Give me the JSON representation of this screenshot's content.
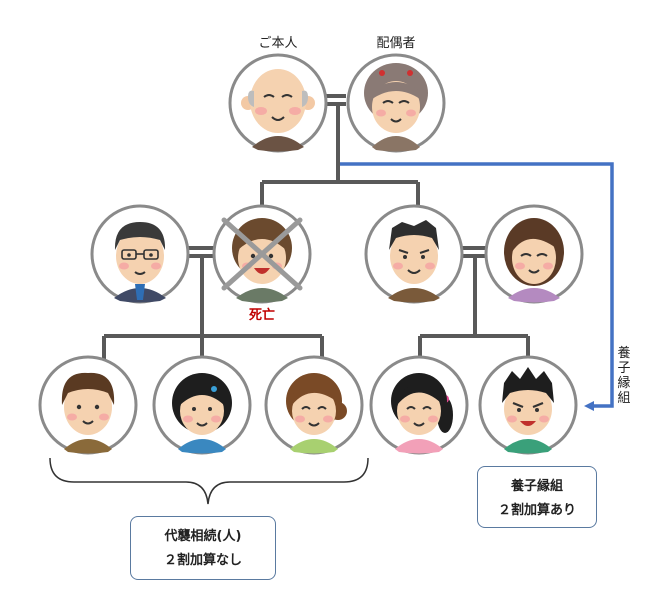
{
  "labels": {
    "self": "ご本人",
    "spouse": "配偶者",
    "deceased": "死亡",
    "adoption_vertical": "養子縁組"
  },
  "notes": {
    "representative_line1": "代襲相続(人)",
    "representative_line2": "２割加算なし",
    "adoption_line1": "養子縁組",
    "adoption_line2": "２割加算あり"
  },
  "colors": {
    "line": "#595959",
    "arrow": "#4472c4",
    "circle_border": "#8a8a8a",
    "cross": "#9a9a9a",
    "dead_text": "#c00000",
    "box_border": "#5a7aa0"
  },
  "people": [
    {
      "id": "self",
      "icon": "elderly-man-icon"
    },
    {
      "id": "spouse",
      "icon": "elderly-woman-icon"
    },
    {
      "id": "son-in-law",
      "icon": "man-with-glasses-icon"
    },
    {
      "id": "deceased-child",
      "icon": "woman-crossed-out-icon"
    },
    {
      "id": "son",
      "icon": "man-icon"
    },
    {
      "id": "daughter-in-law",
      "icon": "woman-icon"
    },
    {
      "id": "grandchild-1",
      "icon": "boy-icon"
    },
    {
      "id": "grandchild-2",
      "icon": "girl-icon"
    },
    {
      "id": "grandchild-3",
      "icon": "girl-bun-icon"
    },
    {
      "id": "grandchild-4",
      "icon": "girl-ponytail-icon"
    },
    {
      "id": "grandchild-adopted",
      "icon": "boy-spiky-icon"
    }
  ]
}
